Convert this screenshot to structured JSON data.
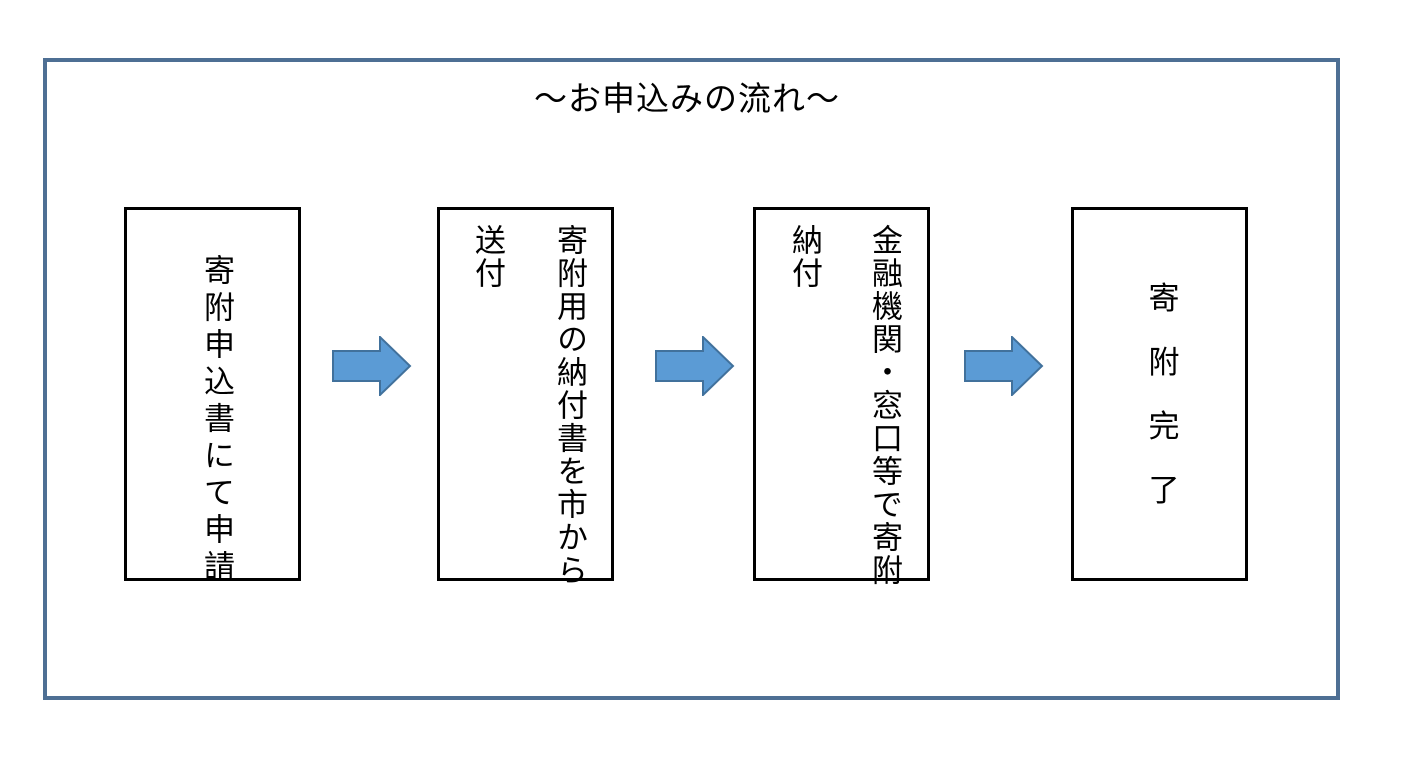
{
  "title": "～お申込みの流れ～",
  "colors": {
    "frame_border": "#4e6f94",
    "arrow_fill": "#5b9bd5",
    "arrow_stroke": "#41719c",
    "box_border": "#000000"
  },
  "steps": [
    {
      "lines": [
        "寄附申込書にて申請"
      ]
    },
    {
      "lines": [
        "寄附用の納付書を市から",
        "送付"
      ]
    },
    {
      "lines": [
        "金融機関・窓口等で寄附",
        "納付"
      ]
    },
    {
      "lines": [
        "寄",
        "附",
        "完",
        "了"
      ]
    }
  ],
  "arrow_icon": "right-arrow-icon"
}
